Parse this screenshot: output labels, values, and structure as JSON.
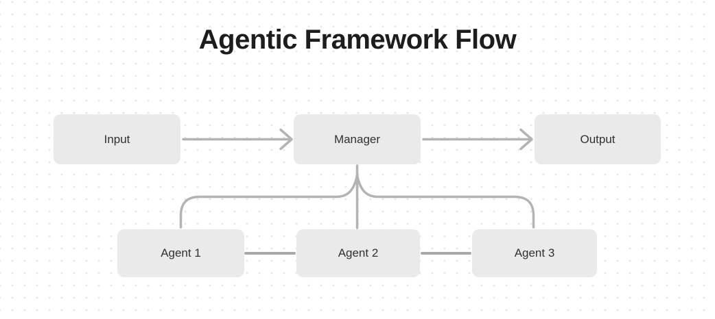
{
  "title": "Agentic Framework Flow",
  "nodes": {
    "input": {
      "label": "Input"
    },
    "manager": {
      "label": "Manager"
    },
    "output": {
      "label": "Output"
    },
    "agent1": {
      "label": "Agent 1"
    },
    "agent2": {
      "label": "Agent 2"
    },
    "agent3": {
      "label": "Agent 3"
    }
  },
  "edges": [
    {
      "from": "Input",
      "to": "Manager",
      "style": "arrow"
    },
    {
      "from": "Manager",
      "to": "Output",
      "style": "arrow"
    },
    {
      "from": "Manager",
      "to": "Agent 1",
      "style": "curved-branch"
    },
    {
      "from": "Manager",
      "to": "Agent 2",
      "style": "straight-drop"
    },
    {
      "from": "Manager",
      "to": "Agent 3",
      "style": "curved-branch"
    },
    {
      "from": "Agent 1",
      "to": "Agent 2",
      "style": "plain-line"
    },
    {
      "from": "Agent 2",
      "to": "Agent 3",
      "style": "plain-line"
    }
  ],
  "colors": {
    "background": "#FFFFFF",
    "dot_grid": "#E4E4E4",
    "node_fill": "#EAEAEA",
    "node_text": "#303032",
    "title_text": "#1D1D1F",
    "connector": "#B3B3B3",
    "agent_link": "#A9A9A9"
  }
}
